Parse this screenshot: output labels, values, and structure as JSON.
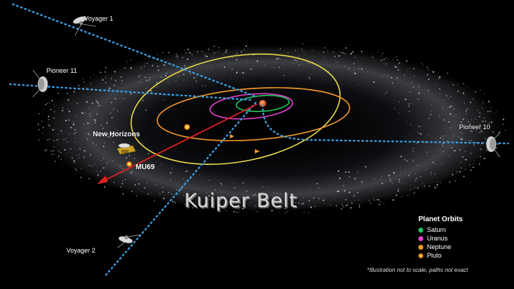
{
  "title": "Kuiper Belt",
  "spacecraft": {
    "voyager1": "Voyager 1",
    "pioneer11": "Pioneer 11",
    "pioneer10": "Pioneer 10",
    "voyager2": "Voyager 2",
    "new_horizons": "New Horizons",
    "mu69": "MU69"
  },
  "legend": {
    "title": "Planet Orbits",
    "items": [
      {
        "label": "Saturn",
        "color": "#22c55e"
      },
      {
        "label": "Uranus",
        "color": "#e040c8"
      },
      {
        "label": "Neptune",
        "color": "#f59a2a"
      },
      {
        "label": "Pluto",
        "color": "#f07a10"
      }
    ]
  },
  "footnote": "*Illustration not to scale, paths not exact",
  "colors": {
    "background": "#000000",
    "trajectory_dotted": "#3a9de0",
    "new_horizons_path": "#e32020",
    "pluto_orbit": "#e8d84a",
    "neptune_orbit": "#f59a2a",
    "uranus_orbit": "#e040c8",
    "saturn_orbit": "#22c55e",
    "sun": "#e84a1a"
  }
}
